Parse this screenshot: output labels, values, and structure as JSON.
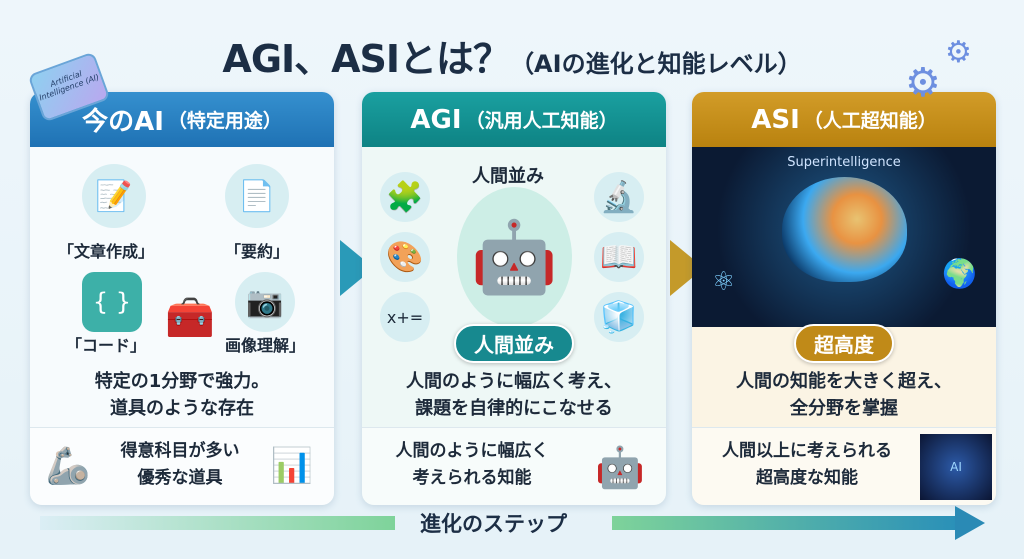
{
  "title": {
    "main": "AGI、ASIとは？",
    "sub": "（AIの進化と知能レベル）"
  },
  "chip_label": "Artificial Intelligence (AI)",
  "panels": [
    {
      "header": "今のAI",
      "header_sub": "（特定用途）",
      "color": "#2a7fc0",
      "items": [
        "「文章作成」",
        "「要約」",
        "「コード」",
        "画像理解」"
      ],
      "description": [
        "特定の1分野で強力。",
        "道具のような存在"
      ],
      "footer": [
        "得意科目が多い",
        "優秀な道具"
      ]
    },
    {
      "header": "AGI",
      "header_sub": "（汎用人工知能）",
      "color": "#11908f",
      "top_label": "人間並み",
      "badge": "人間並み",
      "description": [
        "人間のように幅広く考え、",
        "課題を自律的にこなせる"
      ],
      "footer": [
        "人間のように幅広く",
        "考えられる知能"
      ]
    },
    {
      "header": "ASI",
      "header_sub": "（人工超知能）",
      "color": "#c8901a",
      "image_label": "Superintelligence",
      "badge": "超高度",
      "description": [
        "人間の知能を大きく超え、",
        "全分野を掌握"
      ],
      "footer": [
        "人間以上に考えられる",
        "超高度な知能"
      ],
      "footer_image_label": "AI"
    }
  ],
  "evolution_label": "進化のステップ"
}
